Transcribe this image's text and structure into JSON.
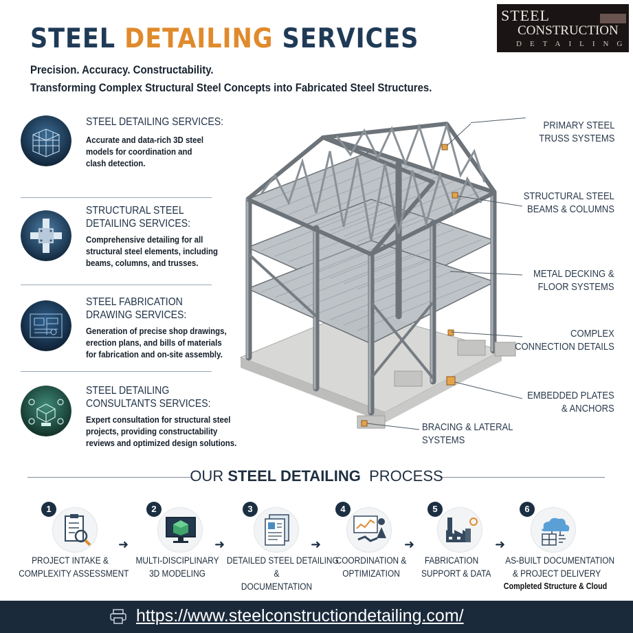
{
  "header": {
    "title_part1": "STEEL",
    "title_accent": "DETAILING",
    "title_part2": "SERVICES",
    "tagline": "Precision. Accuracy. Constructability.",
    "subtitle": "Transforming Complex Structural Steel Concepts into Fabricated Steel Structures."
  },
  "logo": {
    "line1": "STEEL",
    "line2": "CONSTRUCTION",
    "line3": "DETAILING"
  },
  "services": [
    {
      "heading_lines": [
        "STEEL DETAILING SERVICES:"
      ],
      "desc_lines": [
        "Accurate and data-rich 3D steel",
        "models for coordination and",
        "clash detection."
      ]
    },
    {
      "heading_lines": [
        "STRUCTURAL STEEL",
        "DETAILING SERVICES:"
      ],
      "desc_lines": [
        "Comprehensive detailing for all",
        "structural steel elements, including",
        "beams, columns, and trusses."
      ]
    },
    {
      "heading_lines": [
        "STEEL FABRICATION",
        "DRAWING SERVICES:"
      ],
      "desc_lines": [
        "Generation of precise shop drawings,",
        "erection plans, and bills of materials",
        "for fabrication and on-site assembly."
      ]
    },
    {
      "heading_lines": [
        "STEEL DETAILING",
        "CONSULTANTS SERVICES:"
      ],
      "desc_lines": [
        "Expert consultation for structural steel",
        "projects, providing constructability",
        "reviews and optimized design solutions."
      ]
    }
  ],
  "callouts": [
    {
      "lines": [
        "PRIMARY STEEL",
        "TRUSS SYSTEMS"
      ]
    },
    {
      "lines": [
        "STRUCTURAL STEEL",
        "BEAMS & COLUMNS"
      ]
    },
    {
      "lines": [
        "METAL DECKING &",
        "FLOOR SYSTEMS"
      ]
    },
    {
      "lines": [
        "COMPLEX",
        "CONNECTION DETAILS"
      ]
    },
    {
      "lines": [
        "EMBEDDED PLATES",
        "& ANCHORS"
      ]
    },
    {
      "lines": [
        "BRACING & LATERAL",
        "SYSTEMS"
      ]
    }
  ],
  "process": {
    "title_prefix": "OUR",
    "title_bold": "STEEL DETAILING",
    "title_suffix": "PROCESS",
    "steps": [
      {
        "num": "1",
        "lines": [
          "PROJECT INTAKE &",
          "COMPLEXITY ASSESSMENT"
        ],
        "icon": "clipboard-magnifier-icon"
      },
      {
        "num": "2",
        "lines": [
          "MULTI-DISCIPLINARY",
          "3D MODELING"
        ],
        "icon": "monitor-model-icon"
      },
      {
        "num": "3",
        "lines": [
          "DETAILED STEEL DETAILING",
          "&",
          "DOCUMENTATION"
        ],
        "icon": "drawing-sheets-icon"
      },
      {
        "num": "4",
        "lines": [
          "COORDINATION &",
          "OPTIMIZATION"
        ],
        "icon": "presentation-handshake-icon"
      },
      {
        "num": "5",
        "lines": [
          "FABRICATION",
          "SUPPORT & DATA"
        ],
        "icon": "factory-icon"
      },
      {
        "num": "6",
        "lines": [
          "AS-BUILT DOCUMENTATION",
          "& PROJECT DELIVERY"
        ],
        "extra": "Completed Structure & Cloud",
        "icon": "cloud-structure-icon"
      }
    ]
  },
  "footer": {
    "url": "https://www.steelconstructiondetailing.com/",
    "icon": "printer-icon"
  },
  "colors": {
    "navy": "#1f3a56",
    "orange": "#e08a2c",
    "footer": "#1b2a3a"
  }
}
